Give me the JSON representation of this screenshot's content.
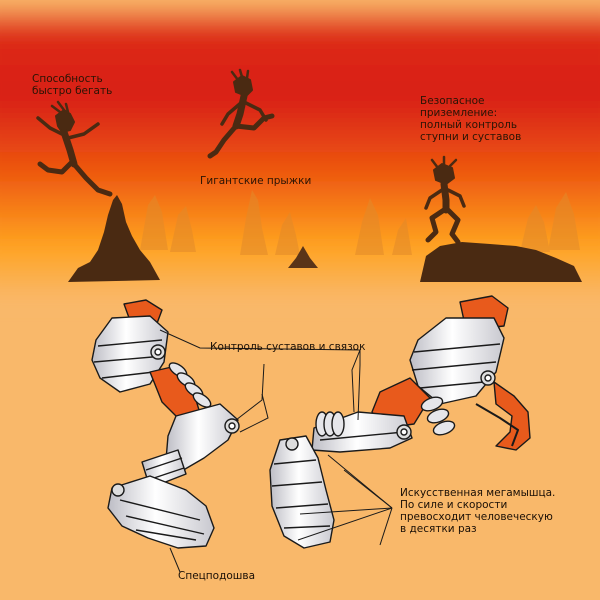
{
  "labels": {
    "run": [
      "Способность",
      "быстро бегать"
    ],
    "jump": "Гигантские прыжки",
    "landing": [
      "Безопасное",
      "приземление:",
      "полный контроль",
      "ступни и суставов"
    ],
    "joints": "Контроль суставов и связок",
    "muscle": [
      "Искусственная мегамышца.",
      "По силе и скорости",
      "превосходит человеческую",
      "в десятки раз"
    ],
    "sole": "Спецподошва"
  },
  "colors": {
    "background": "#f9b86a",
    "sky_top": "#d81f16",
    "sky_mid": "#ee5a10",
    "horizon": "#ffa320",
    "silhouette": "#4a2a12",
    "armor": "#eeeeee",
    "muscle": "#e85a1c"
  }
}
